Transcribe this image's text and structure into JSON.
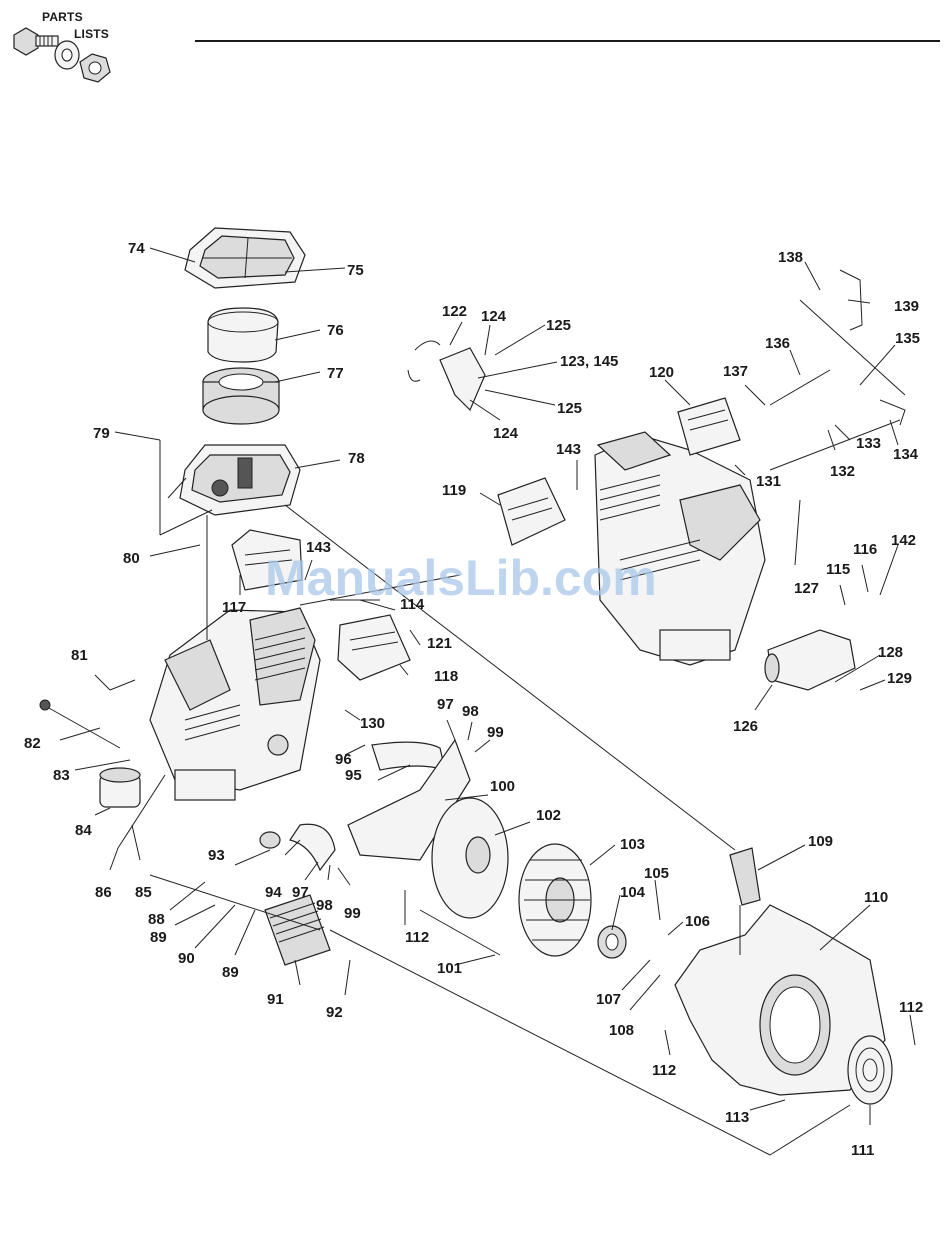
{
  "header": {
    "badge_line1": "PARTS",
    "badge_line2": "LISTS"
  },
  "watermark": "ManualsLib.com",
  "callouts": [
    "74",
    "75",
    "76",
    "77",
    "78",
    "79",
    "80",
    "81",
    "82",
    "83",
    "84",
    "85",
    "86",
    "88",
    "89",
    "89",
    "90",
    "91",
    "92",
    "93",
    "94",
    "95",
    "96",
    "97",
    "97",
    "98",
    "98",
    "99",
    "99",
    "100",
    "101",
    "102",
    "103",
    "104",
    "105",
    "106",
    "107",
    "108",
    "109",
    "110",
    "111",
    "112",
    "112",
    "112",
    "113",
    "114",
    "115",
    "116",
    "117",
    "118",
    "119",
    "120",
    "121",
    "122",
    "123, 145",
    "124",
    "124",
    "125",
    "125",
    "126",
    "127",
    "128",
    "129",
    "130",
    "131",
    "132",
    "133",
    "134",
    "135",
    "136",
    "137",
    "138",
    "139",
    "142",
    "143",
    "143"
  ]
}
